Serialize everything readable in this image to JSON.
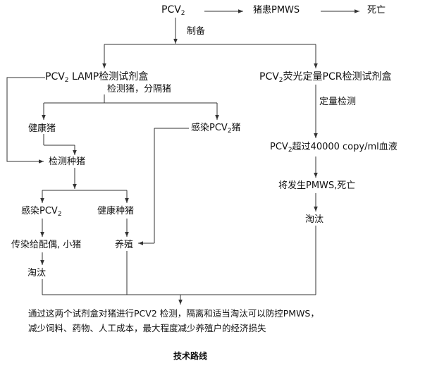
{
  "nodes": {
    "pcv2": {
      "pre": "PCV",
      "sub": "2",
      "post": ""
    },
    "pig_pmws": {
      "pre": "猪患PMWS",
      "sub": "",
      "post": ""
    },
    "death": {
      "pre": "死亡",
      "sub": "",
      "post": ""
    },
    "prepare": {
      "pre": "制备",
      "sub": "",
      "post": ""
    },
    "lamp_kit": {
      "pre": "PCV",
      "sub": "2",
      "post": " LAMP检测试剂盒"
    },
    "detect_separate": {
      "pre": "检测猪，分隔猪",
      "sub": "",
      "post": ""
    },
    "pcr_kit": {
      "pre": "PCV",
      "sub": "2",
      "post": "荧光定量PCR检测试剂盒"
    },
    "quant_detect": {
      "pre": "定量检测",
      "sub": "",
      "post": ""
    },
    "healthy_pig": {
      "pre": "健康猪",
      "sub": "",
      "post": ""
    },
    "infected_pig": {
      "pre": "感染PCV",
      "sub": "2",
      "post": "猪"
    },
    "over_threshold": {
      "pre": "PCV",
      "sub": "2",
      "post": "超过40000 copy/ml血液"
    },
    "detect_breeding": {
      "pre": "检测种猪",
      "sub": "",
      "post": ""
    },
    "will_pmws": {
      "pre": "将发生PMWS,死亡",
      "sub": "",
      "post": ""
    },
    "infected_breed": {
      "pre": "感染PCV",
      "sub": "2",
      "post": ""
    },
    "healthy_breed": {
      "pre": "健康种猪",
      "sub": "",
      "post": ""
    },
    "cull_right": {
      "pre": "淘汰",
      "sub": "",
      "post": ""
    },
    "transmit": {
      "pre": "传染给配偶, 小猪",
      "sub": "",
      "post": ""
    },
    "raise": {
      "pre": "养殖",
      "sub": "",
      "post": ""
    },
    "cull_left": {
      "pre": "淘汰",
      "sub": "",
      "post": ""
    }
  },
  "conclusion": {
    "line1": "通过这两个试剂盒对猪进行PCV2 检测，隔离和适当淘汰可以防控PMWS，",
    "line2": "减少饲料、药物、人工成本，最大程度减少养殖户的经济损失"
  },
  "caption": "技术路线",
  "colors": {
    "ink": "#111111",
    "line": "#333333",
    "background": "#ffffff"
  }
}
